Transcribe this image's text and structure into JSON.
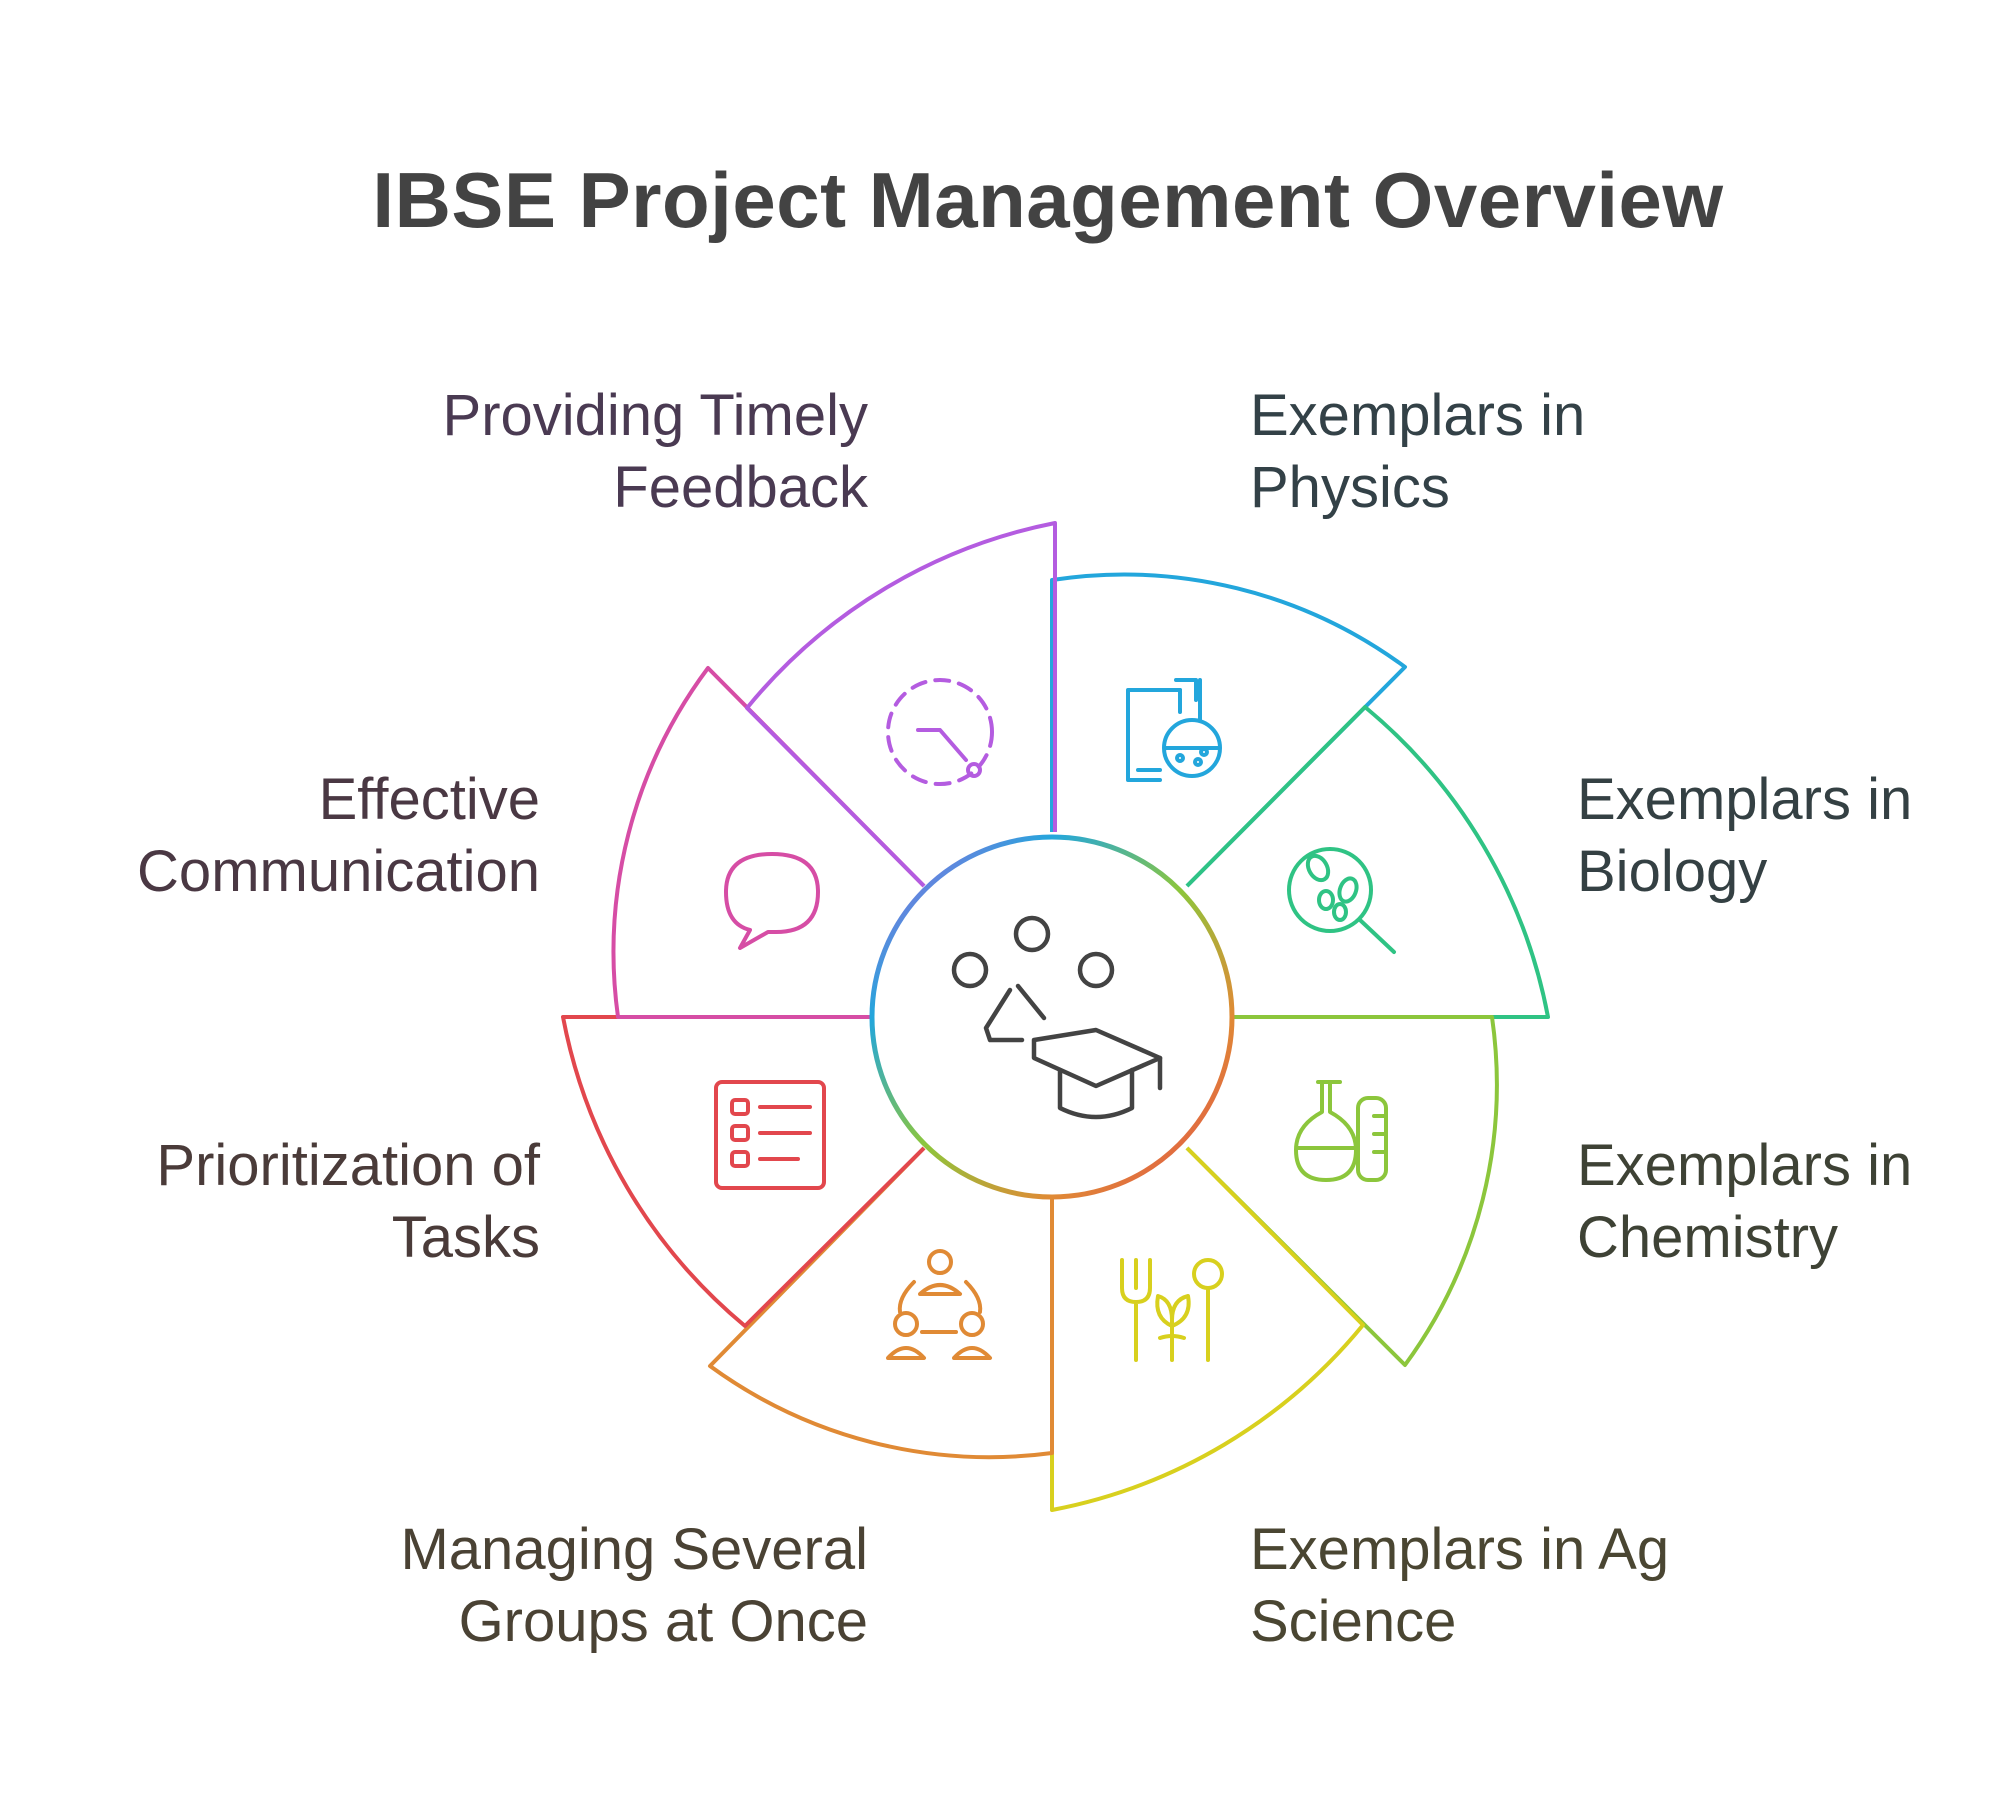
{
  "title": "IBSE Project Management Overview",
  "center": {
    "icon": "teacher-students-graduation-cap-icon"
  },
  "segments": [
    {
      "id": "physics",
      "label_lines": [
        "Exemplars in",
        "Physics"
      ],
      "color": "#23a6dc",
      "label_color": "#334147",
      "icon": "lab-flask-book-icon"
    },
    {
      "id": "biology",
      "label_lines": [
        "Exemplars in",
        "Biology"
      ],
      "color": "#2fc384",
      "label_color": "#344043",
      "icon": "magnifier-cells-icon"
    },
    {
      "id": "chemistry",
      "label_lines": [
        "Exemplars in",
        "Chemistry"
      ],
      "color": "#8cc63c",
      "label_color": "#3e4235",
      "icon": "flask-test-tube-icon"
    },
    {
      "id": "ag-science",
      "label_lines": [
        "Exemplars in Ag",
        "Science"
      ],
      "color": "#d8d01e",
      "label_color": "#4a4632",
      "icon": "fork-plant-spoon-icon"
    },
    {
      "id": "managing-groups",
      "label_lines": [
        "Managing Several",
        "Groups at Once"
      ],
      "color": "#e08a35",
      "label_color": "#4a4234",
      "icon": "group-people-icon"
    },
    {
      "id": "prioritization",
      "label_lines": [
        "Prioritization of",
        "Tasks"
      ],
      "color": "#e2474d",
      "label_color": "#4a3b39",
      "icon": "task-list-icon"
    },
    {
      "id": "communication",
      "label_lines": [
        "Effective",
        "Communication"
      ],
      "color": "#d64da5",
      "label_color": "#4a3843",
      "icon": "speech-bubble-icon"
    },
    {
      "id": "feedback",
      "label_lines": [
        "Providing Timely",
        "Feedback"
      ],
      "color": "#b45ce0",
      "label_color": "#4a3a52",
      "icon": "timer-clock-icon"
    }
  ]
}
